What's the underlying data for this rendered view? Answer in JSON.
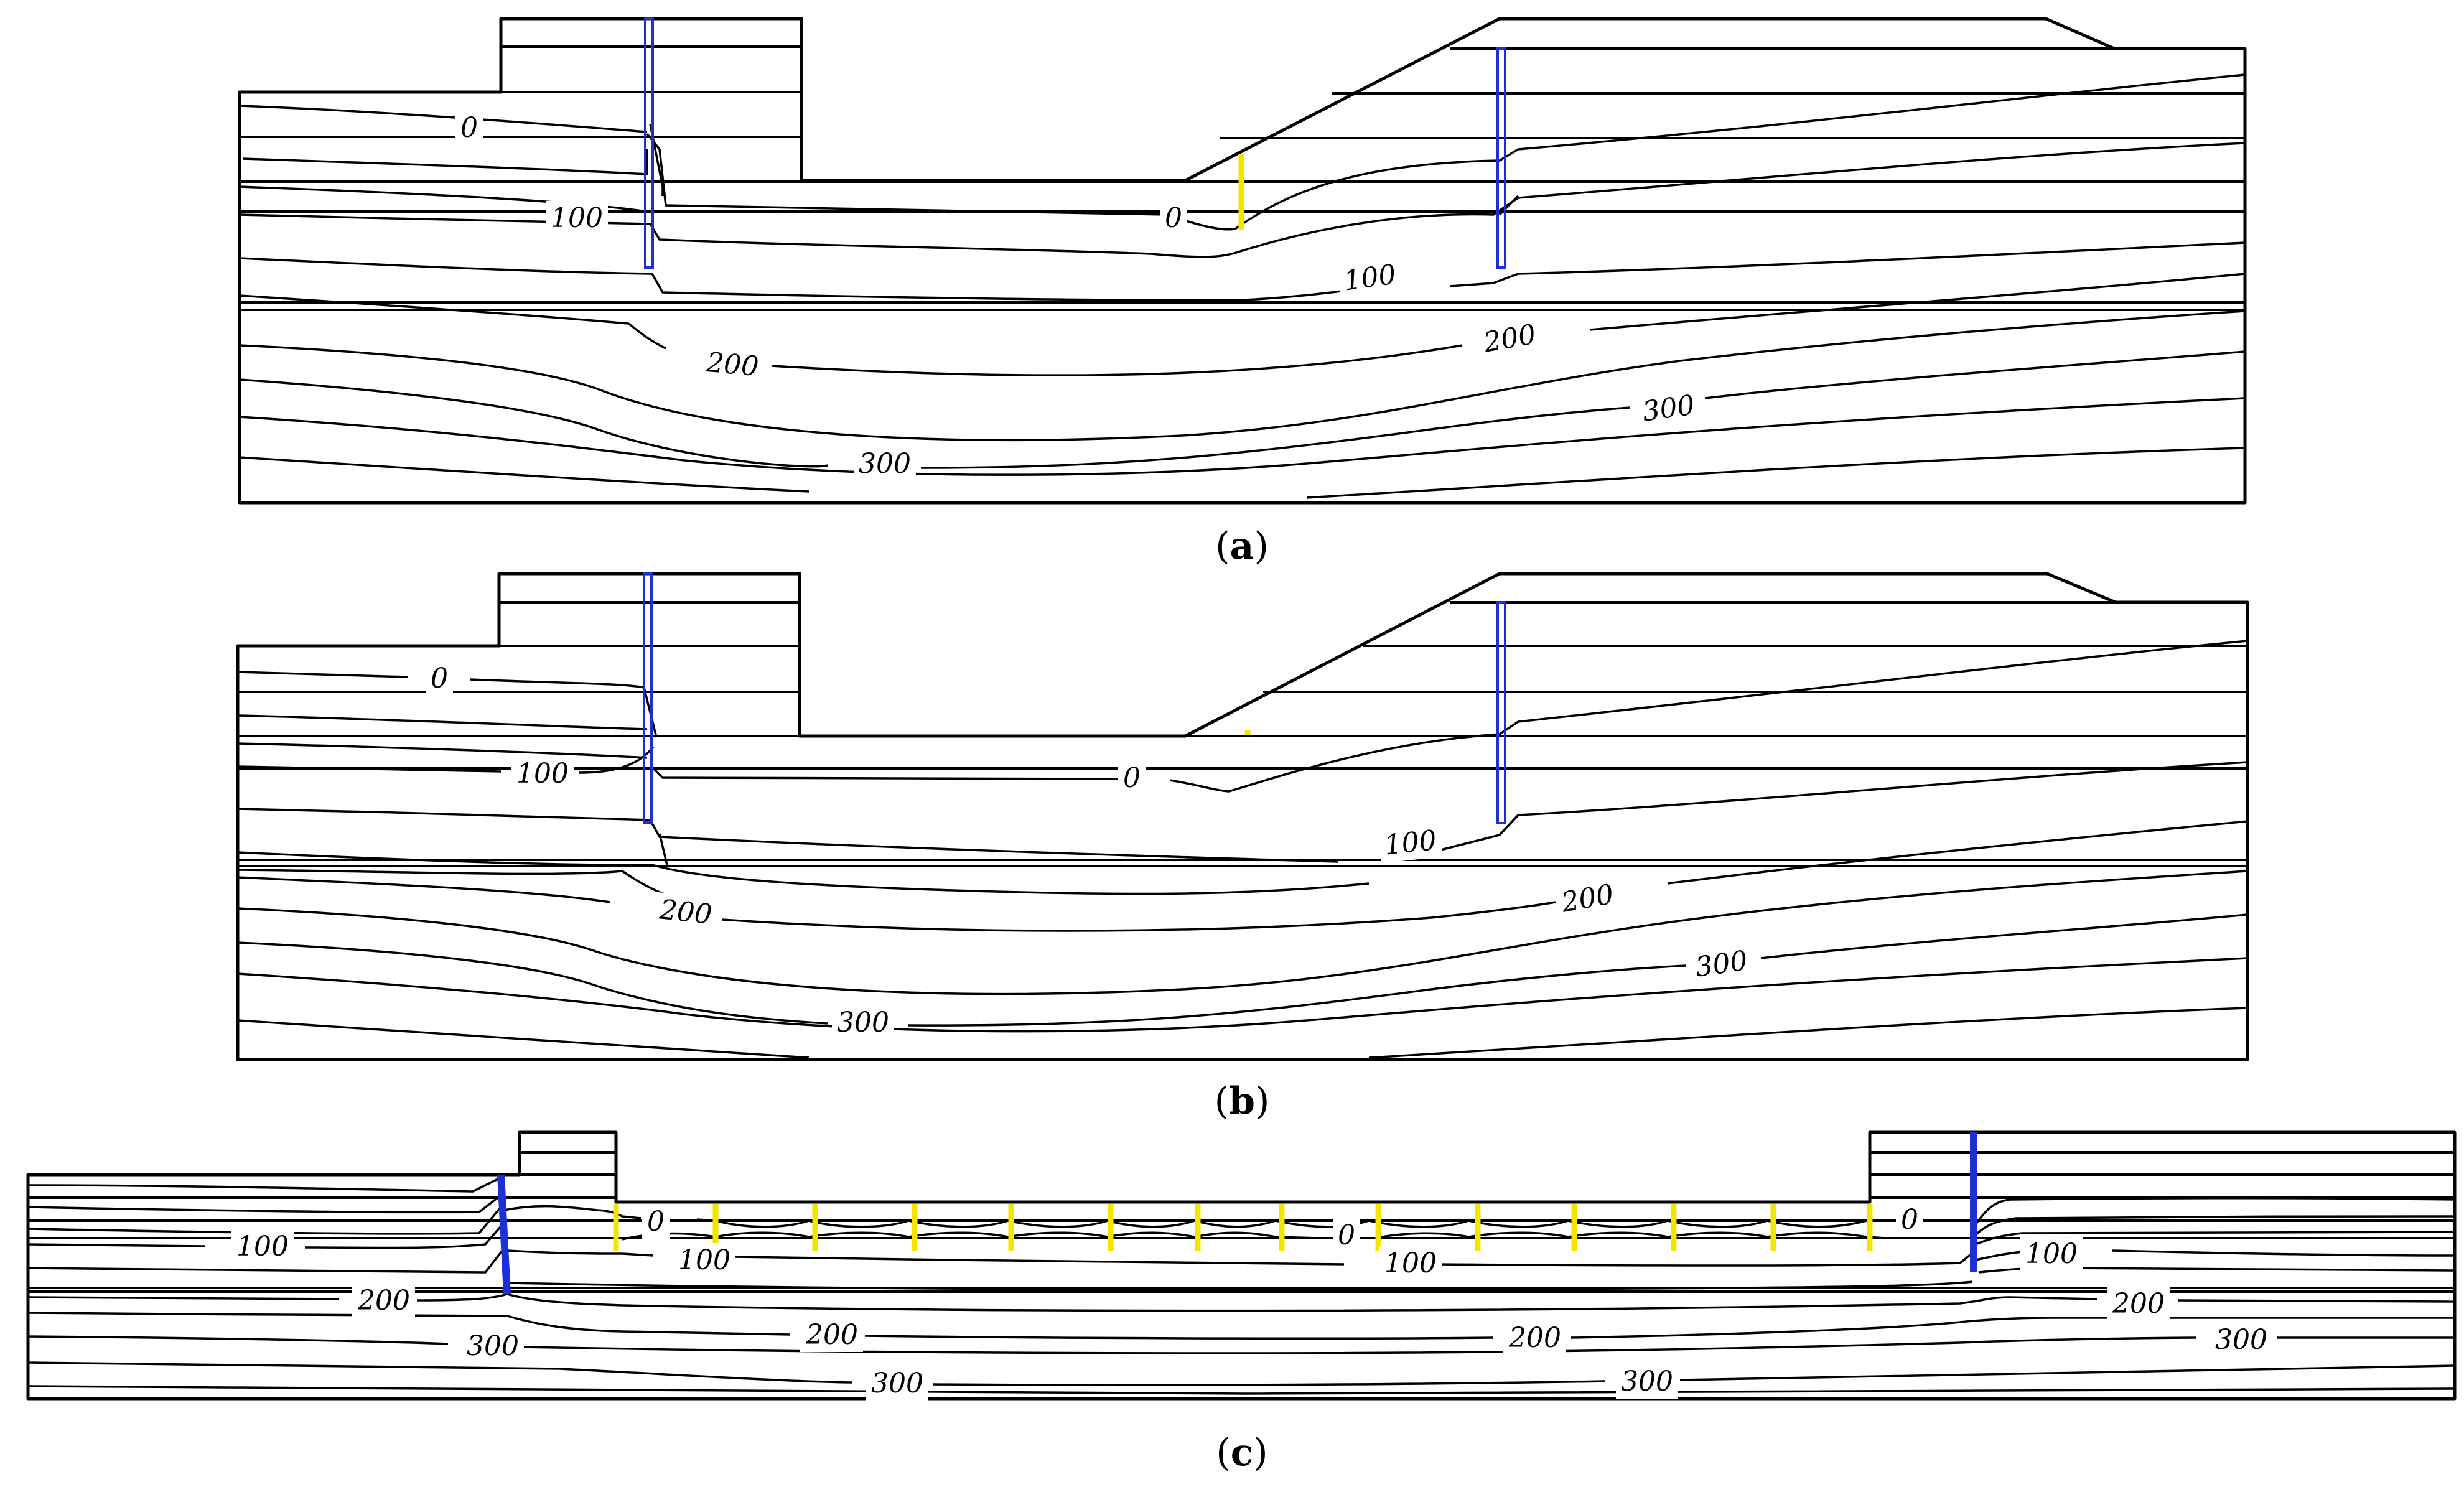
{
  "panels": [
    {
      "id": "a",
      "caption_open": "(",
      "caption_letter": "a",
      "caption_close": ")",
      "contour_labels": [
        "0",
        "100",
        "0",
        "100",
        "200",
        "200",
        "300",
        "300"
      ]
    },
    {
      "id": "b",
      "caption_open": "(",
      "caption_letter": "b",
      "caption_close": ")",
      "contour_labels": [
        "0",
        "100",
        "0",
        "100",
        "200",
        "200",
        "300",
        "300"
      ]
    },
    {
      "id": "c",
      "caption_open": "(",
      "caption_letter": "c",
      "caption_close": ")",
      "contour_labels": [
        "100",
        "0",
        "0",
        "0",
        "100",
        "100",
        "100",
        "200",
        "200",
        "200",
        "200",
        "300",
        "300",
        "300",
        "300"
      ]
    }
  ],
  "colors": {
    "retaining_wall": "#1f2fd6",
    "drain": "#f2e600",
    "contour": "#000000"
  }
}
